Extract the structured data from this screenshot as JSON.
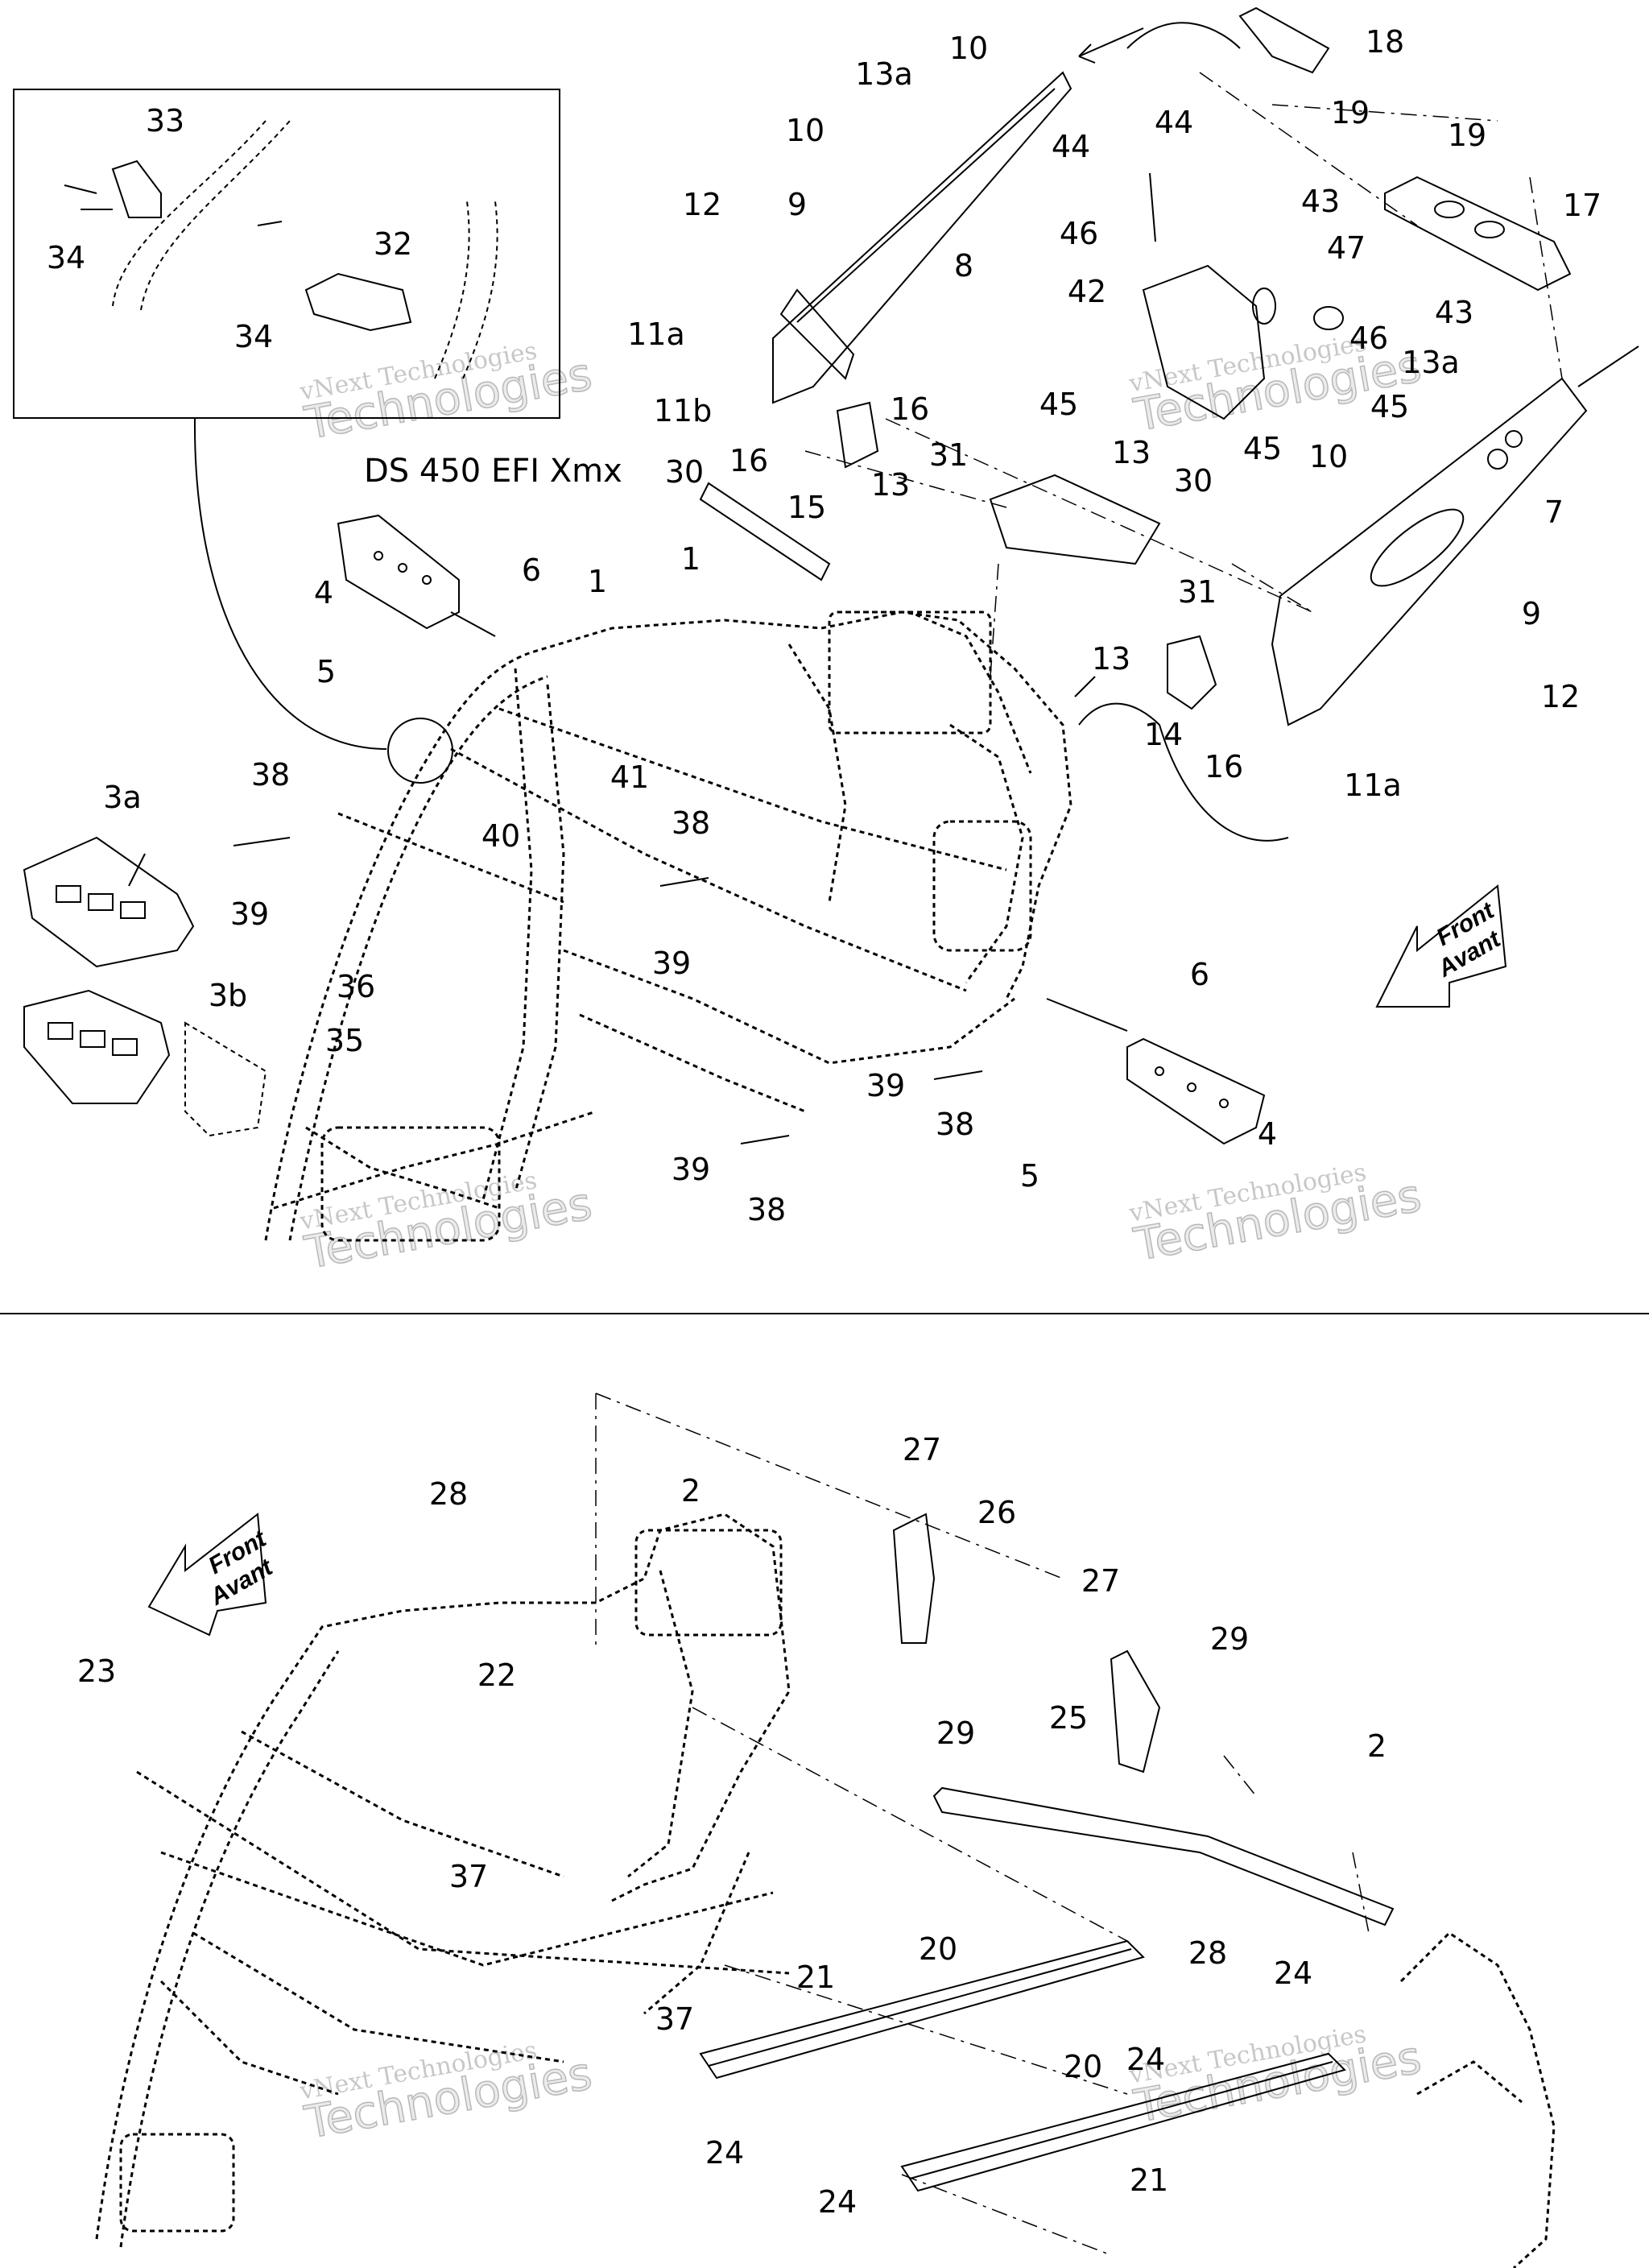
{
  "model_label": "DS 450 EFI Xmx",
  "watermark": {
    "line1": "vNext Technologies",
    "line2": "Technologies"
  },
  "front_arrow": {
    "line1": "Front",
    "line2": "Avant"
  },
  "callouts_top": {
    "c1a": "1",
    "c1b": "1",
    "c3a": "3a",
    "c3b": "3b",
    "c4a": "4",
    "c4b": "4",
    "c5a": "5",
    "c5b": "5",
    "c6a": "6",
    "c6b": "6",
    "c7": "7",
    "c8": "8",
    "c9a": "9",
    "c9b": "9",
    "c10a": "10",
    "c10b": "10",
    "c10c": "10",
    "c11a1": "11a",
    "c11a2": "11a",
    "c11b": "11b",
    "c12a": "12",
    "c12b": "12",
    "c13a1": "13a",
    "c13a2": "13a",
    "c13a": "13",
    "c13b": "13",
    "c13c": "13",
    "c14": "14",
    "c15": "15",
    "c16a": "16",
    "c16b": "16",
    "c16c": "16",
    "c17": "17",
    "c18": "18",
    "c19a": "19",
    "c19b": "19",
    "c30a": "30",
    "c30b": "30",
    "c31a": "31",
    "c31b": "31",
    "c32": "32",
    "c33": "33",
    "c34a": "34",
    "c34b": "34",
    "c35": "35",
    "c36": "36",
    "c38a": "38",
    "c38b": "38",
    "c38c": "38",
    "c38d": "38",
    "c39a": "39",
    "c39b": "39",
    "c39c": "39",
    "c39d": "39",
    "c40": "40",
    "c41": "41",
    "c42": "42",
    "c43a": "43",
    "c43b": "43",
    "c44a": "44",
    "c44b": "44",
    "c45a": "45",
    "c45b": "45",
    "c45c": "45",
    "c46a": "46",
    "c46b": "46",
    "c47": "47"
  },
  "callouts_bottom": {
    "c2a": "2",
    "c2b": "2",
    "c20a": "20",
    "c20b": "20",
    "c21a": "21",
    "c21b": "21",
    "c22": "22",
    "c23": "23",
    "c24a": "24",
    "c24b": "24",
    "c24c": "24",
    "c24d": "24",
    "c25": "25",
    "c26": "26",
    "c27a": "27",
    "c27b": "27",
    "c28a": "28",
    "c28b": "28",
    "c29a": "29",
    "c29b": "29",
    "c37a": "37",
    "c37b": "37"
  }
}
